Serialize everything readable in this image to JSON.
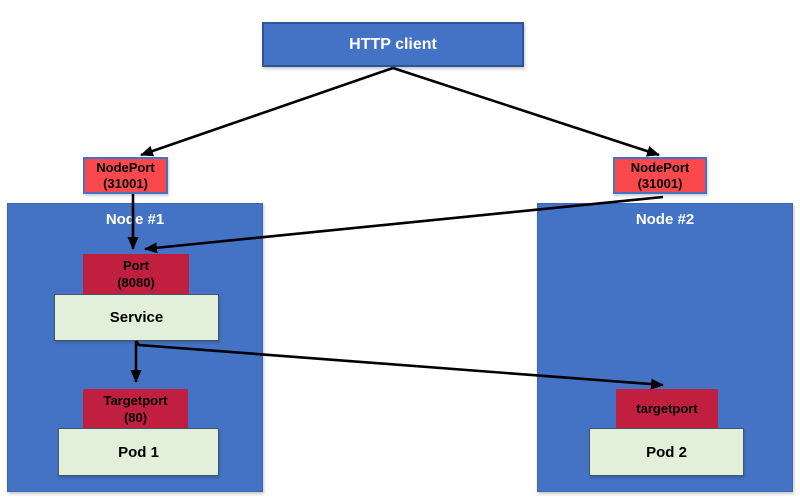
{
  "colors": {
    "background": "#FFFFFF",
    "blue_fill": "#4472C4",
    "blue_border": "#2F5597",
    "node_border": "#3E65B2",
    "red_fill": "#F9494C",
    "red_border": "#4472C4",
    "crimson_fill": "#C01F3F",
    "green_fill": "#E2EFDA",
    "green_border": "#44546A",
    "arrow_color": "#000000"
  },
  "http_client": {
    "label": "HTTP client"
  },
  "nodeport_left": {
    "title": "NodePort",
    "port": "(31001)"
  },
  "nodeport_right": {
    "title": "NodePort",
    "port": "(31001)"
  },
  "node1": {
    "label": "Node #1",
    "port": {
      "title": "Port",
      "number": "(8080)"
    },
    "service": {
      "label": "Service"
    },
    "targetport": {
      "title": "Targetport",
      "number": "(80)"
    },
    "pod": {
      "label": "Pod 1"
    }
  },
  "node2": {
    "label": "Node #2",
    "targetport": {
      "title": "targetport"
    },
    "pod": {
      "label": "Pod 2"
    }
  }
}
